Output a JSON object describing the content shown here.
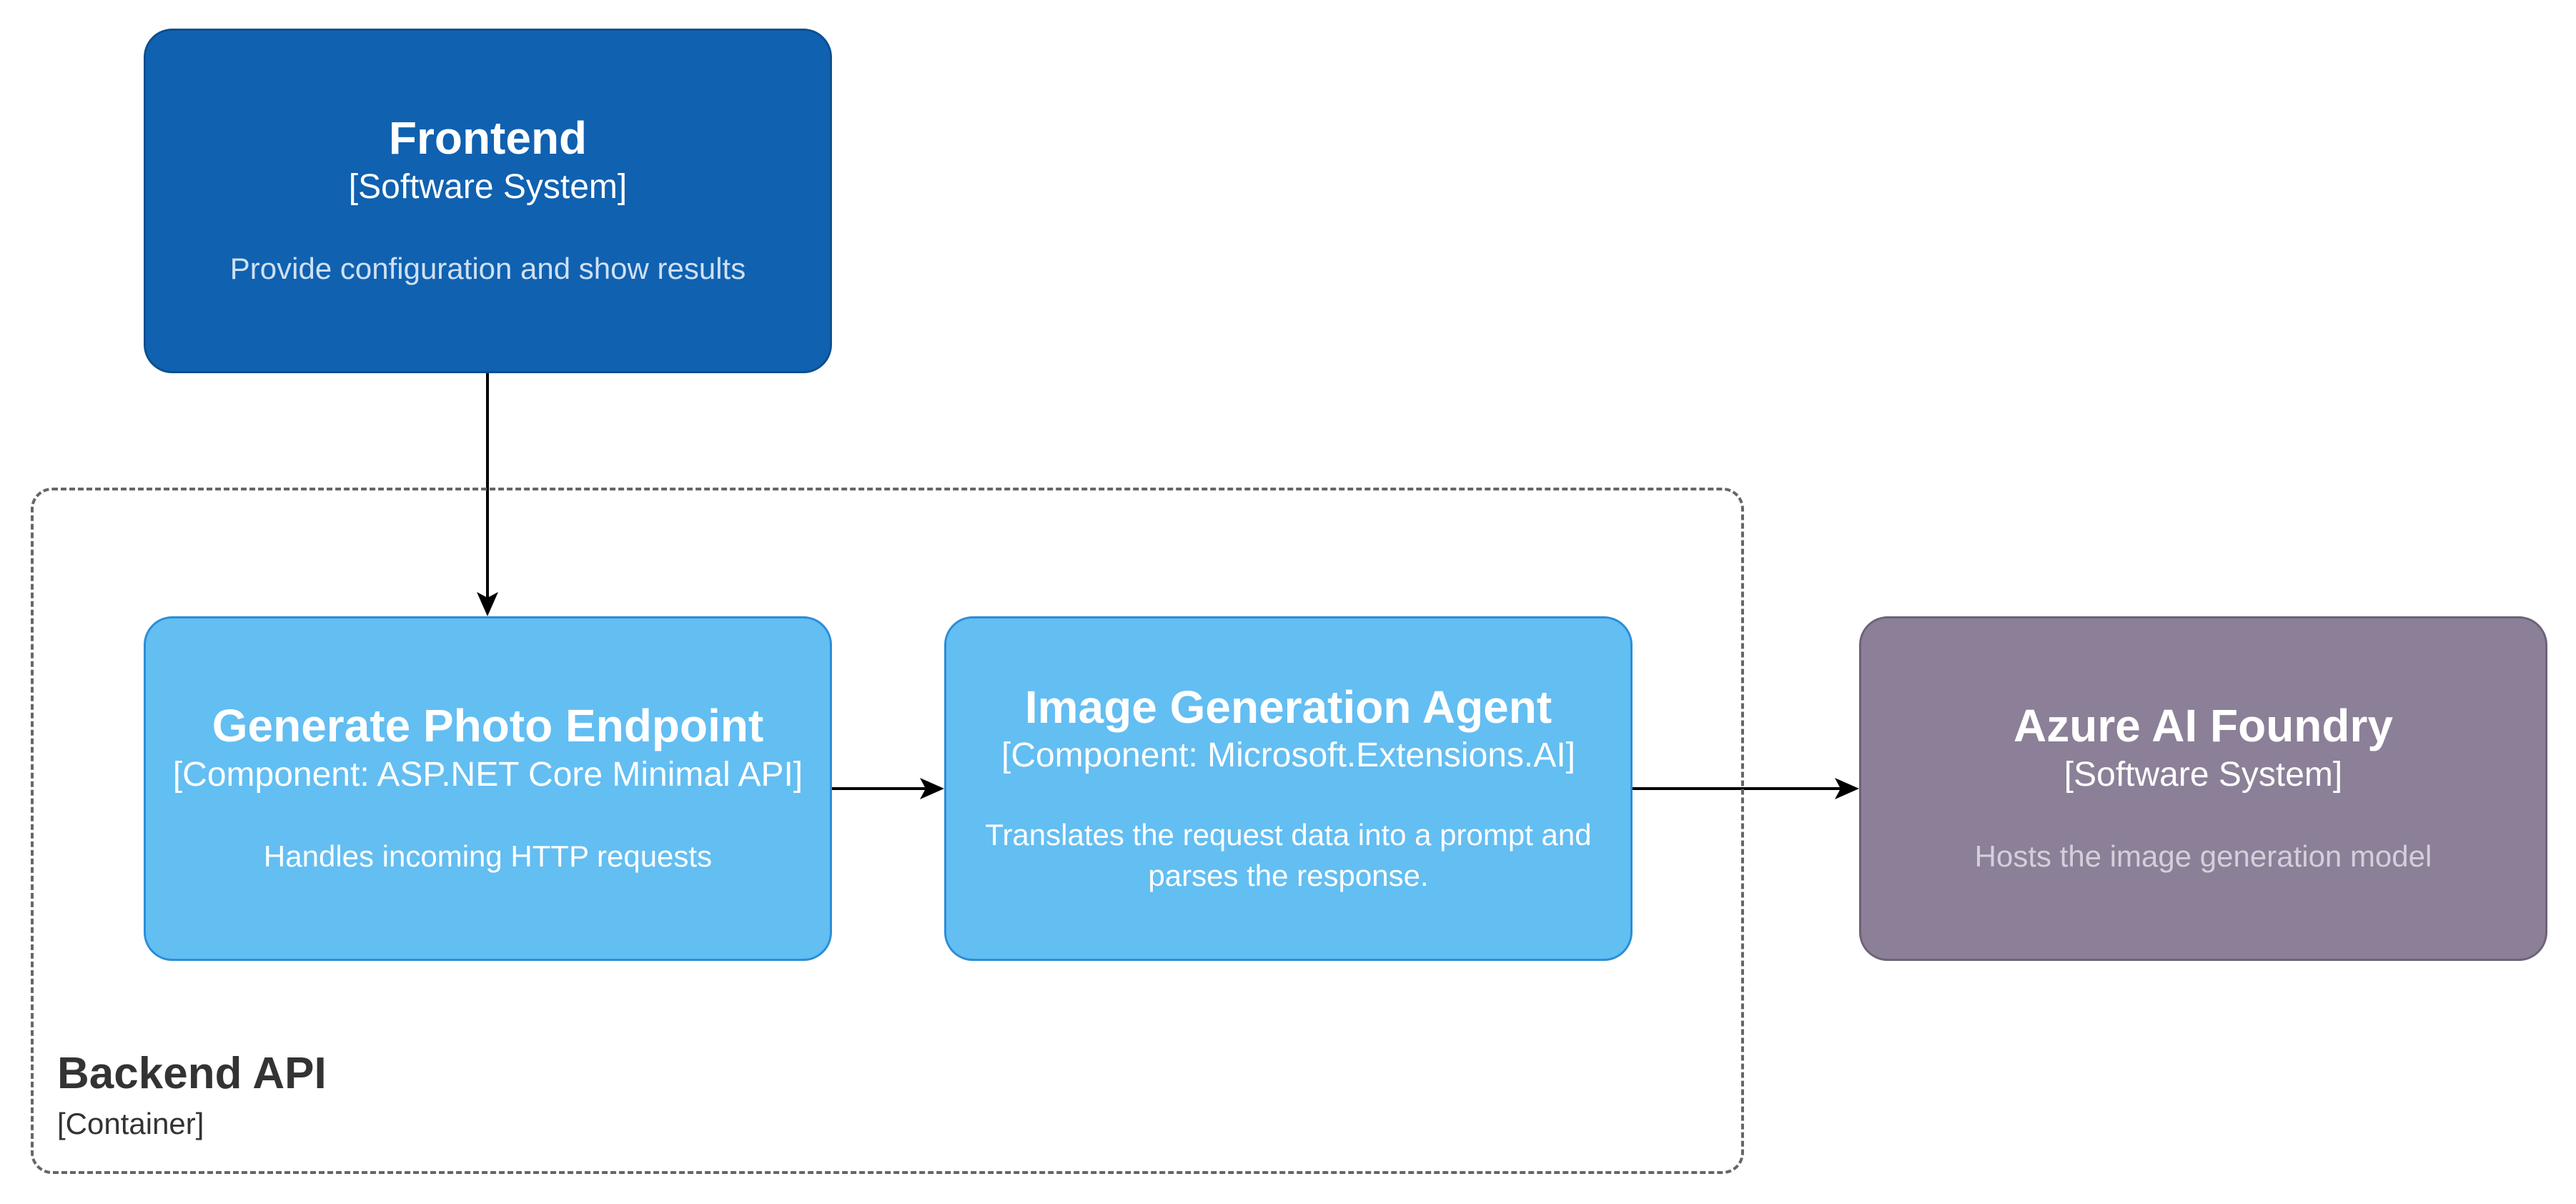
{
  "boundary": {
    "title": "Backend API",
    "type": "[Container]"
  },
  "nodes": {
    "frontend": {
      "title": "Frontend",
      "type": "[Software System]",
      "description": "Provide configuration and show results"
    },
    "endpoint": {
      "title": "Generate Photo Endpoint",
      "type": "[Component: ASP.NET Core Minimal API]",
      "description": "Handles incoming HTTP requests"
    },
    "agent": {
      "title": "Image Generation Agent",
      "type": "[Component: Microsoft.Extensions.AI]",
      "description": "Translates the request data into a prompt and parses the response."
    },
    "azure": {
      "title": "Azure AI Foundry",
      "type": "[Software System]",
      "description": "Hosts the image generation model"
    }
  },
  "edges": [
    {
      "from": "frontend",
      "to": "endpoint"
    },
    {
      "from": "endpoint",
      "to": "agent"
    },
    {
      "from": "agent",
      "to": "azure"
    }
  ],
  "colors": {
    "frontend": "#1061b0",
    "component": "#63bef2",
    "external_system": "#8b8097",
    "connector": "#000000",
    "boundary_border": "#666666"
  }
}
